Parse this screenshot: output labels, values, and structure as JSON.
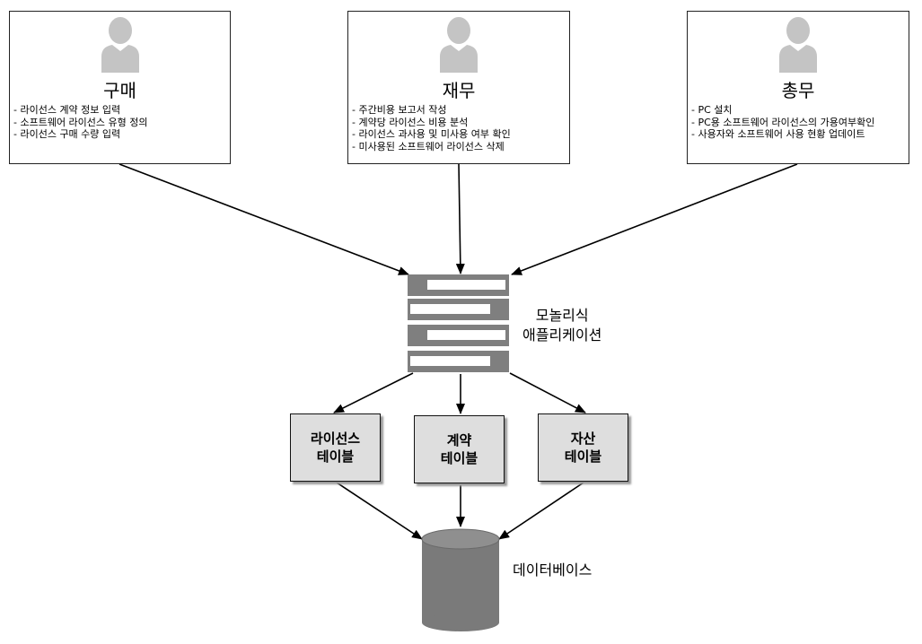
{
  "roles": [
    {
      "title": "구매",
      "tasks": [
        "- 라이선스 계약 정보 입력",
        "- 소프트웨어 라이선스 유형 정의",
        "- 라이선스 구매 수량 입력"
      ]
    },
    {
      "title": "재무",
      "tasks": [
        "- 주간비용 보고서 작성",
        "- 계약당 라이선스 비용 분석",
        "- 라이선스 과사용 및 미사용 여부 확인",
        "- 미사용된 소프트웨어 라이선스 삭제"
      ]
    },
    {
      "title": "총무",
      "tasks": [
        "- PC 설치",
        "- PC용 소프트웨어 라이선스의 가용여부확인",
        "- 사용자와 소프트웨어 사용 현황 업데이트"
      ]
    }
  ],
  "app": {
    "line1": "모놀리식",
    "line2": "애플리케이션"
  },
  "tables": [
    {
      "line1": "라이선스",
      "line2": "테이블"
    },
    {
      "line1": "계약",
      "line2": "테이블"
    },
    {
      "line1": "자산",
      "line2": "테이블"
    }
  ],
  "database": {
    "label": "데이터베이스"
  },
  "colors": {
    "server": "#7f7f7f",
    "table_fill": "#dedede",
    "person": "#c4c4c4",
    "db": "#8a8a8a"
  }
}
